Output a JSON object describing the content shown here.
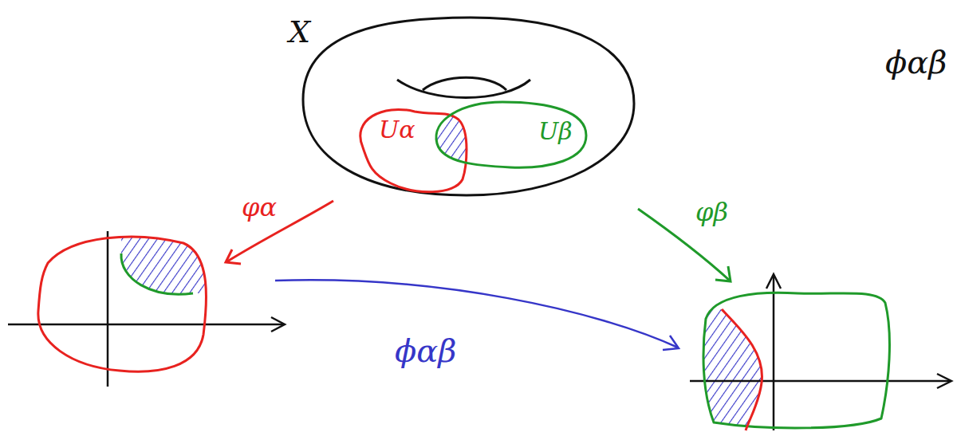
{
  "diagram": {
    "nodes": [
      {
        "text": [
          "X"
        ]
      },
      {
        "text": [
          "Uα"
        ],
        "in": 0
      },
      {
        "text": [
          "Uβ"
        ],
        "in": 0
      }
    ],
    "labels": [
      "ϕαβ",
      "φα",
      "φβ",
      "ϕαβ"
    ]
  }
}
